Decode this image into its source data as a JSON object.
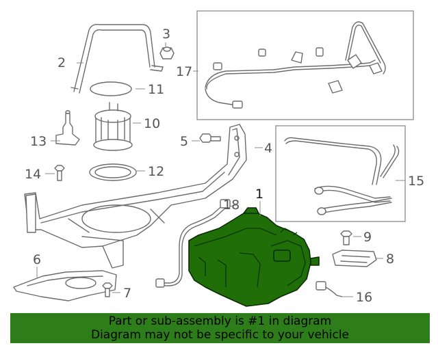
{
  "callouts": {
    "c1": "1",
    "c2": "2",
    "c3": "3",
    "c4": "4",
    "c5": "5",
    "c6": "6",
    "c7": "7",
    "c8": "8",
    "c9": "9",
    "c10": "10",
    "c11": "11",
    "c12": "12",
    "c13": "13",
    "c14": "14",
    "c15": "15",
    "c16": "16",
    "c17": "17",
    "c18": "18"
  },
  "banner": {
    "line1": "Part or sub-assembly is #1 in diagram",
    "line2": "Diagram may not be specific to your vehicle"
  },
  "colors": {
    "highlight": "#1f6e08",
    "banner": "#2d7d1a",
    "linework": "#6b6b6b"
  }
}
